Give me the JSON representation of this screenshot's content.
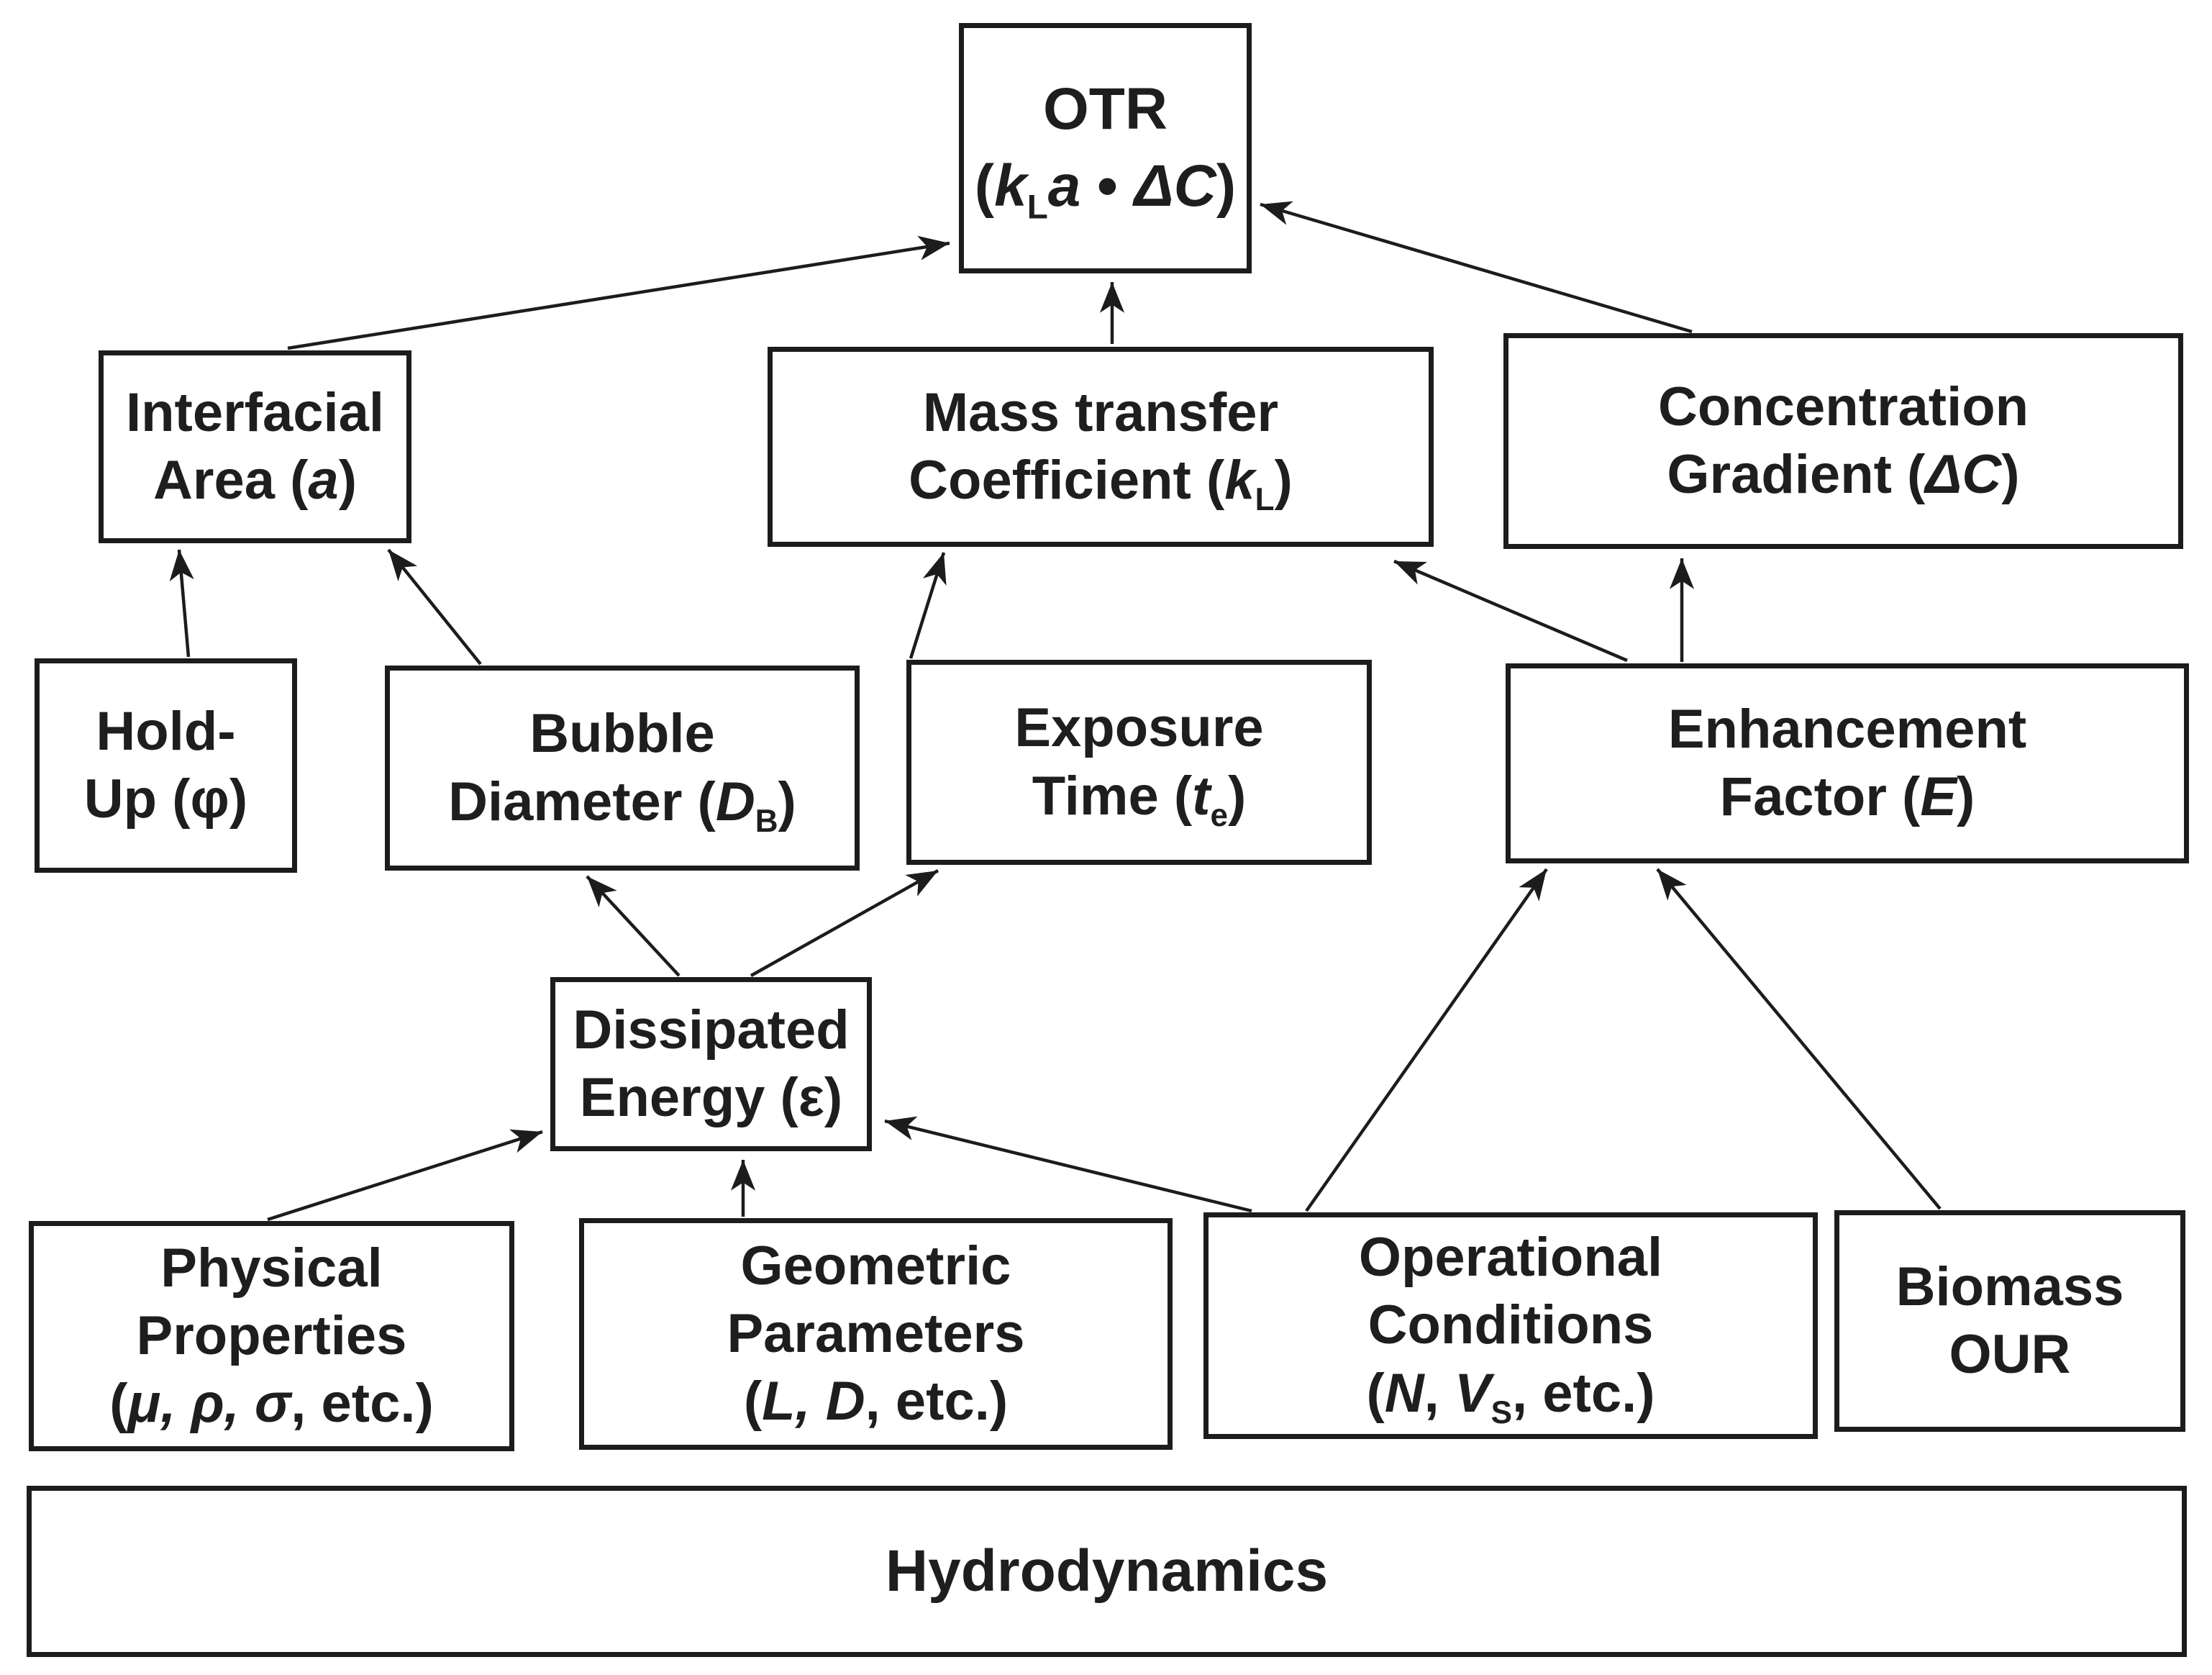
{
  "diagram": {
    "title": "OTR factor dependency diagram",
    "colors": {
      "background": "#ffffff",
      "box_border": "#1c1c1c",
      "box_fill": "#ffffff",
      "text": "#1e1e1e",
      "arrow": "#1c1c1c"
    },
    "nodes": [
      {
        "id": "otr",
        "lines": [
          [
            {
              "t": "OTR"
            }
          ],
          [
            {
              "t": "("
            },
            {
              "t": "k",
              "i": true
            },
            {
              "t": "L",
              "sub": true
            },
            {
              "t": "a",
              "i": true
            },
            {
              "t": " • "
            },
            {
              "t": "ΔC",
              "i": true
            },
            {
              "t": ")"
            }
          ]
        ]
      },
      {
        "id": "interfacial-area",
        "lines": [
          [
            {
              "t": "Interfacial"
            }
          ],
          [
            {
              "t": "Area ("
            },
            {
              "t": "a",
              "i": true
            },
            {
              "t": ")"
            }
          ]
        ]
      },
      {
        "id": "mass-transfer-coefficient",
        "lines": [
          [
            {
              "t": "Mass transfer"
            }
          ],
          [
            {
              "t": "Coefficient ("
            },
            {
              "t": "k",
              "i": true
            },
            {
              "t": "L",
              "sub": true
            },
            {
              "t": ")"
            }
          ]
        ]
      },
      {
        "id": "concentration-gradient",
        "lines": [
          [
            {
              "t": "Concentration"
            }
          ],
          [
            {
              "t": "Gradient ("
            },
            {
              "t": "ΔC",
              "i": true
            },
            {
              "t": ")"
            }
          ]
        ]
      },
      {
        "id": "hold-up",
        "lines": [
          [
            {
              "t": "Hold-"
            }
          ],
          [
            {
              "t": "Up (φ)"
            }
          ]
        ]
      },
      {
        "id": "bubble-diameter",
        "lines": [
          [
            {
              "t": "Bubble"
            }
          ],
          [
            {
              "t": "Diameter ("
            },
            {
              "t": "D",
              "i": true
            },
            {
              "t": "B",
              "sub": true
            },
            {
              "t": ")"
            }
          ]
        ]
      },
      {
        "id": "exposure-time",
        "lines": [
          [
            {
              "t": "Exposure"
            }
          ],
          [
            {
              "t": "Time ("
            },
            {
              "t": "t",
              "i": true
            },
            {
              "t": "e",
              "sub": true
            },
            {
              "t": ")"
            }
          ]
        ]
      },
      {
        "id": "enhancement-factor",
        "lines": [
          [
            {
              "t": "Enhancement"
            }
          ],
          [
            {
              "t": "Factor ("
            },
            {
              "t": "E",
              "i": true
            },
            {
              "t": ")"
            }
          ]
        ]
      },
      {
        "id": "dissipated-energy",
        "lines": [
          [
            {
              "t": "Dissipated"
            }
          ],
          [
            {
              "t": "Energy (ε)"
            }
          ]
        ]
      },
      {
        "id": "physical-properties",
        "lines": [
          [
            {
              "t": "Physical"
            }
          ],
          [
            {
              "t": "Properties"
            }
          ],
          [
            {
              "t": "("
            },
            {
              "t": "μ, ρ, σ",
              "i": true
            },
            {
              "t": ", etc.)"
            }
          ]
        ]
      },
      {
        "id": "geometric-parameters",
        "lines": [
          [
            {
              "t": "Geometric"
            }
          ],
          [
            {
              "t": "Parameters"
            }
          ],
          [
            {
              "t": "("
            },
            {
              "t": "L, D",
              "i": true
            },
            {
              "t": ", etc.)"
            }
          ]
        ]
      },
      {
        "id": "operational-conditions",
        "lines": [
          [
            {
              "t": "Operational"
            }
          ],
          [
            {
              "t": "Conditions"
            }
          ],
          [
            {
              "t": "("
            },
            {
              "t": "N",
              "i": true
            },
            {
              "t": ", "
            },
            {
              "t": "V",
              "i": true
            },
            {
              "t": "S",
              "sub": true
            },
            {
              "t": ", etc.)"
            }
          ]
        ]
      },
      {
        "id": "biomass-our",
        "lines": [
          [
            {
              "t": "Biomass"
            }
          ],
          [
            {
              "t": "OUR"
            }
          ]
        ]
      },
      {
        "id": "hydrodynamics",
        "lines": [
          [
            {
              "t": "Hydrodynamics"
            }
          ]
        ]
      }
    ],
    "edges": [
      {
        "from": "interfacial-area",
        "to": "otr"
      },
      {
        "from": "mass-transfer-coefficient",
        "to": "otr"
      },
      {
        "from": "concentration-gradient",
        "to": "otr"
      },
      {
        "from": "hold-up",
        "to": "interfacial-area"
      },
      {
        "from": "bubble-diameter",
        "to": "interfacial-area"
      },
      {
        "from": "exposure-time",
        "to": "mass-transfer-coefficient"
      },
      {
        "from": "enhancement-factor",
        "to": "mass-transfer-coefficient"
      },
      {
        "from": "enhancement-factor",
        "to": "concentration-gradient"
      },
      {
        "from": "dissipated-energy",
        "to": "bubble-diameter"
      },
      {
        "from": "dissipated-energy",
        "to": "exposure-time"
      },
      {
        "from": "physical-properties",
        "to": "dissipated-energy"
      },
      {
        "from": "geometric-parameters",
        "to": "dissipated-energy"
      },
      {
        "from": "operational-conditions",
        "to": "dissipated-energy"
      },
      {
        "from": "operational-conditions",
        "to": "enhancement-factor"
      },
      {
        "from": "biomass-our",
        "to": "enhancement-factor"
      }
    ]
  }
}
